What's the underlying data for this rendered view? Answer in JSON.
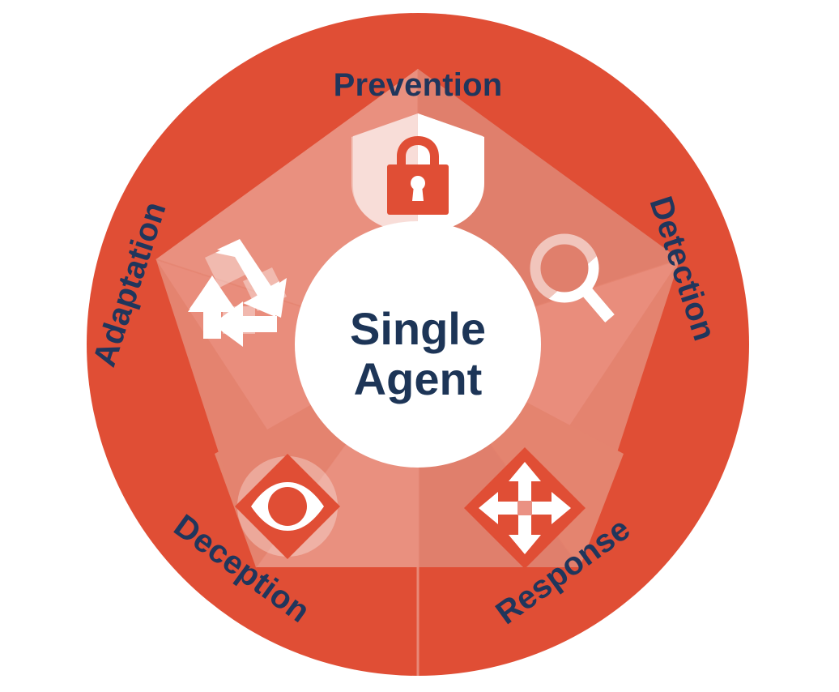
{
  "diagram": {
    "title": "Single Agent security wheel",
    "center": {
      "line1": "Single",
      "line2": "Agent"
    },
    "segments": [
      {
        "id": "prevention",
        "label": "Prevention",
        "icon": "shield-lock-icon",
        "position": "top"
      },
      {
        "id": "detection",
        "label": "Detection",
        "icon": "magnifying-glass-icon",
        "position": "right"
      },
      {
        "id": "response",
        "label": "Response",
        "icon": "four-way-arrows-icon",
        "position": "bottom-right"
      },
      {
        "id": "deception",
        "label": "Deception",
        "icon": "eye-target-icon",
        "position": "bottom-left"
      },
      {
        "id": "adaptation",
        "label": "Adaptation",
        "icon": "recycle-arrows-icon",
        "position": "left"
      }
    ],
    "colors": {
      "ring": "#e04e35",
      "facet_light": "#ea9183",
      "facet_mid": "#e4816e",
      "facet_dark": "#de705c",
      "center_fill": "#ffffff",
      "label_text": "#20365c",
      "center_text": "#1d3557",
      "icon_white": "#ffffff",
      "icon_accent": "#e04e35",
      "background": "#ffffff"
    }
  }
}
